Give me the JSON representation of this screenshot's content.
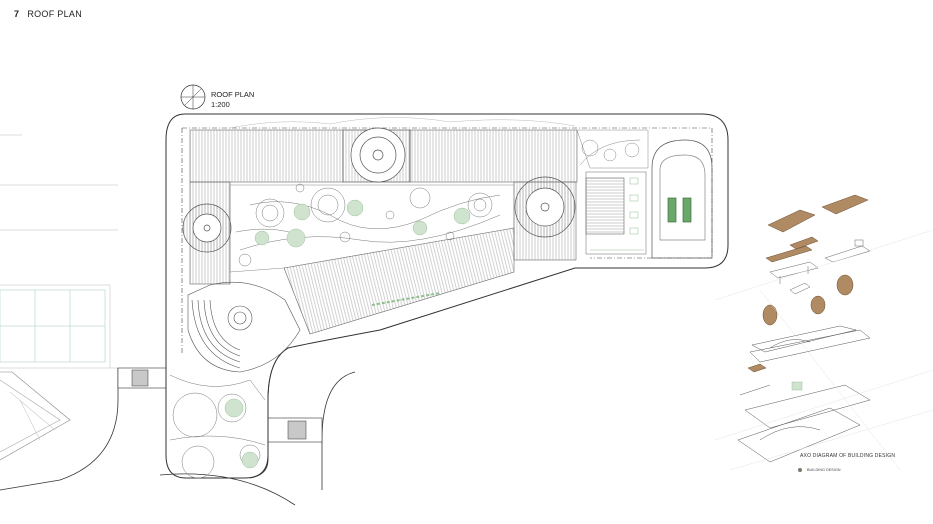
{
  "sheet": {
    "number": "7",
    "title": "ROOF PLAN"
  },
  "plan": {
    "title": "ROOF PLAN",
    "scale": "1:200",
    "compass": "north-arrow-icon"
  },
  "axo": {
    "caption": "AXO DIAGRAM OF BUILDING DESIGN",
    "legend_label": "BUILDING DESIGN",
    "legend_color": "#7a7a6a",
    "roof_color": "#b08a63"
  },
  "colors": {
    "line": "#555555",
    "hatch": "#9a9a9a",
    "tree": "#cfe3cf",
    "bench": "#8fbf8f",
    "water": "#6aa86a"
  }
}
